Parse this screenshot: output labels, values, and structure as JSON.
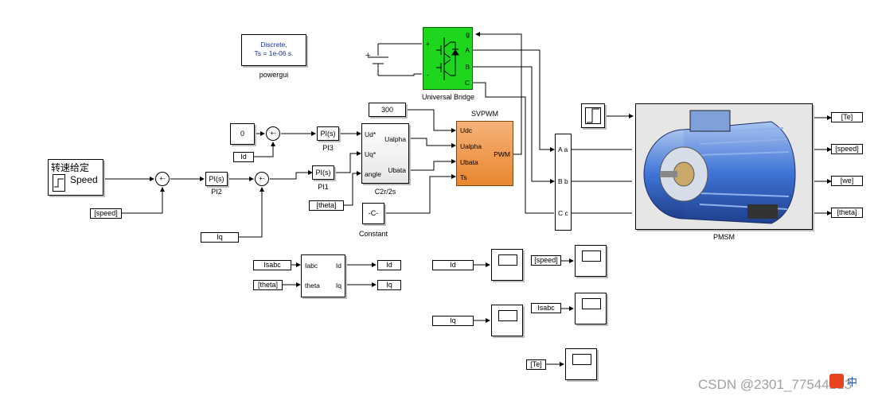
{
  "powergui": {
    "text": "Discrete,\nTs = 1e-06 s.",
    "label": "powergui"
  },
  "speed_ref": {
    "title": "转速给定",
    "port": "Speed"
  },
  "tags": {
    "speed_in": "[speed]",
    "theta_in": "[theta]",
    "iq_in": "Iq",
    "id_in": "Id",
    "isabc_in": "Isabc",
    "theta_in2": "[theta]",
    "te_out": "[Te]",
    "speed_out": "[speed]",
    "we_out": "[we]",
    "theta_out": "[theta]",
    "id_out": "Id",
    "iq_out": "Iq",
    "scope_id": "Id",
    "scope_speed": "[speed]",
    "scope_iq": "Iq",
    "scope_isabc": "Isabc",
    "scope_te": "[Te]"
  },
  "constants": {
    "zero": "0",
    "c300": "300",
    "c_const": "-C-",
    "c_const_label": "Constant"
  },
  "sums": {
    "s1": "+-",
    "s2": "+-",
    "s3": "+-"
  },
  "pi": {
    "pi2_block": "PI(s)",
    "pi2_label": "PI2",
    "pi1_block": "PI(s)",
    "pi1_label": "PI1",
    "pi3_block": "PI(s)",
    "pi3_label": "PI3"
  },
  "c2r": {
    "in1": "Ud*",
    "in2": "Uq*",
    "in3": "angle",
    "out1": "Ualpha",
    "out2": "Ubata",
    "label": "C2r/2s"
  },
  "svpwm": {
    "title": "SVPWM",
    "in1": "Udc",
    "in2": "Ualpha",
    "in3": "Ubata",
    "in4": "Ts",
    "out": "PWM"
  },
  "bridge": {
    "label": "Universal Bridge",
    "g": "g",
    "A": "A",
    "B": "B",
    "C": "C",
    "plus": "+",
    "minus": "-"
  },
  "dc": {
    "plus": "+"
  },
  "bus": {
    "a": "A a",
    "b": "B b",
    "c": "C c"
  },
  "pmsm": {
    "label": "PMSM"
  },
  "park": {
    "in1": "Iabc",
    "in2": "theta",
    "out1": "Id",
    "out2": "Iq"
  },
  "watermark": "CSDN @2301_77544213",
  "ime": "中"
}
